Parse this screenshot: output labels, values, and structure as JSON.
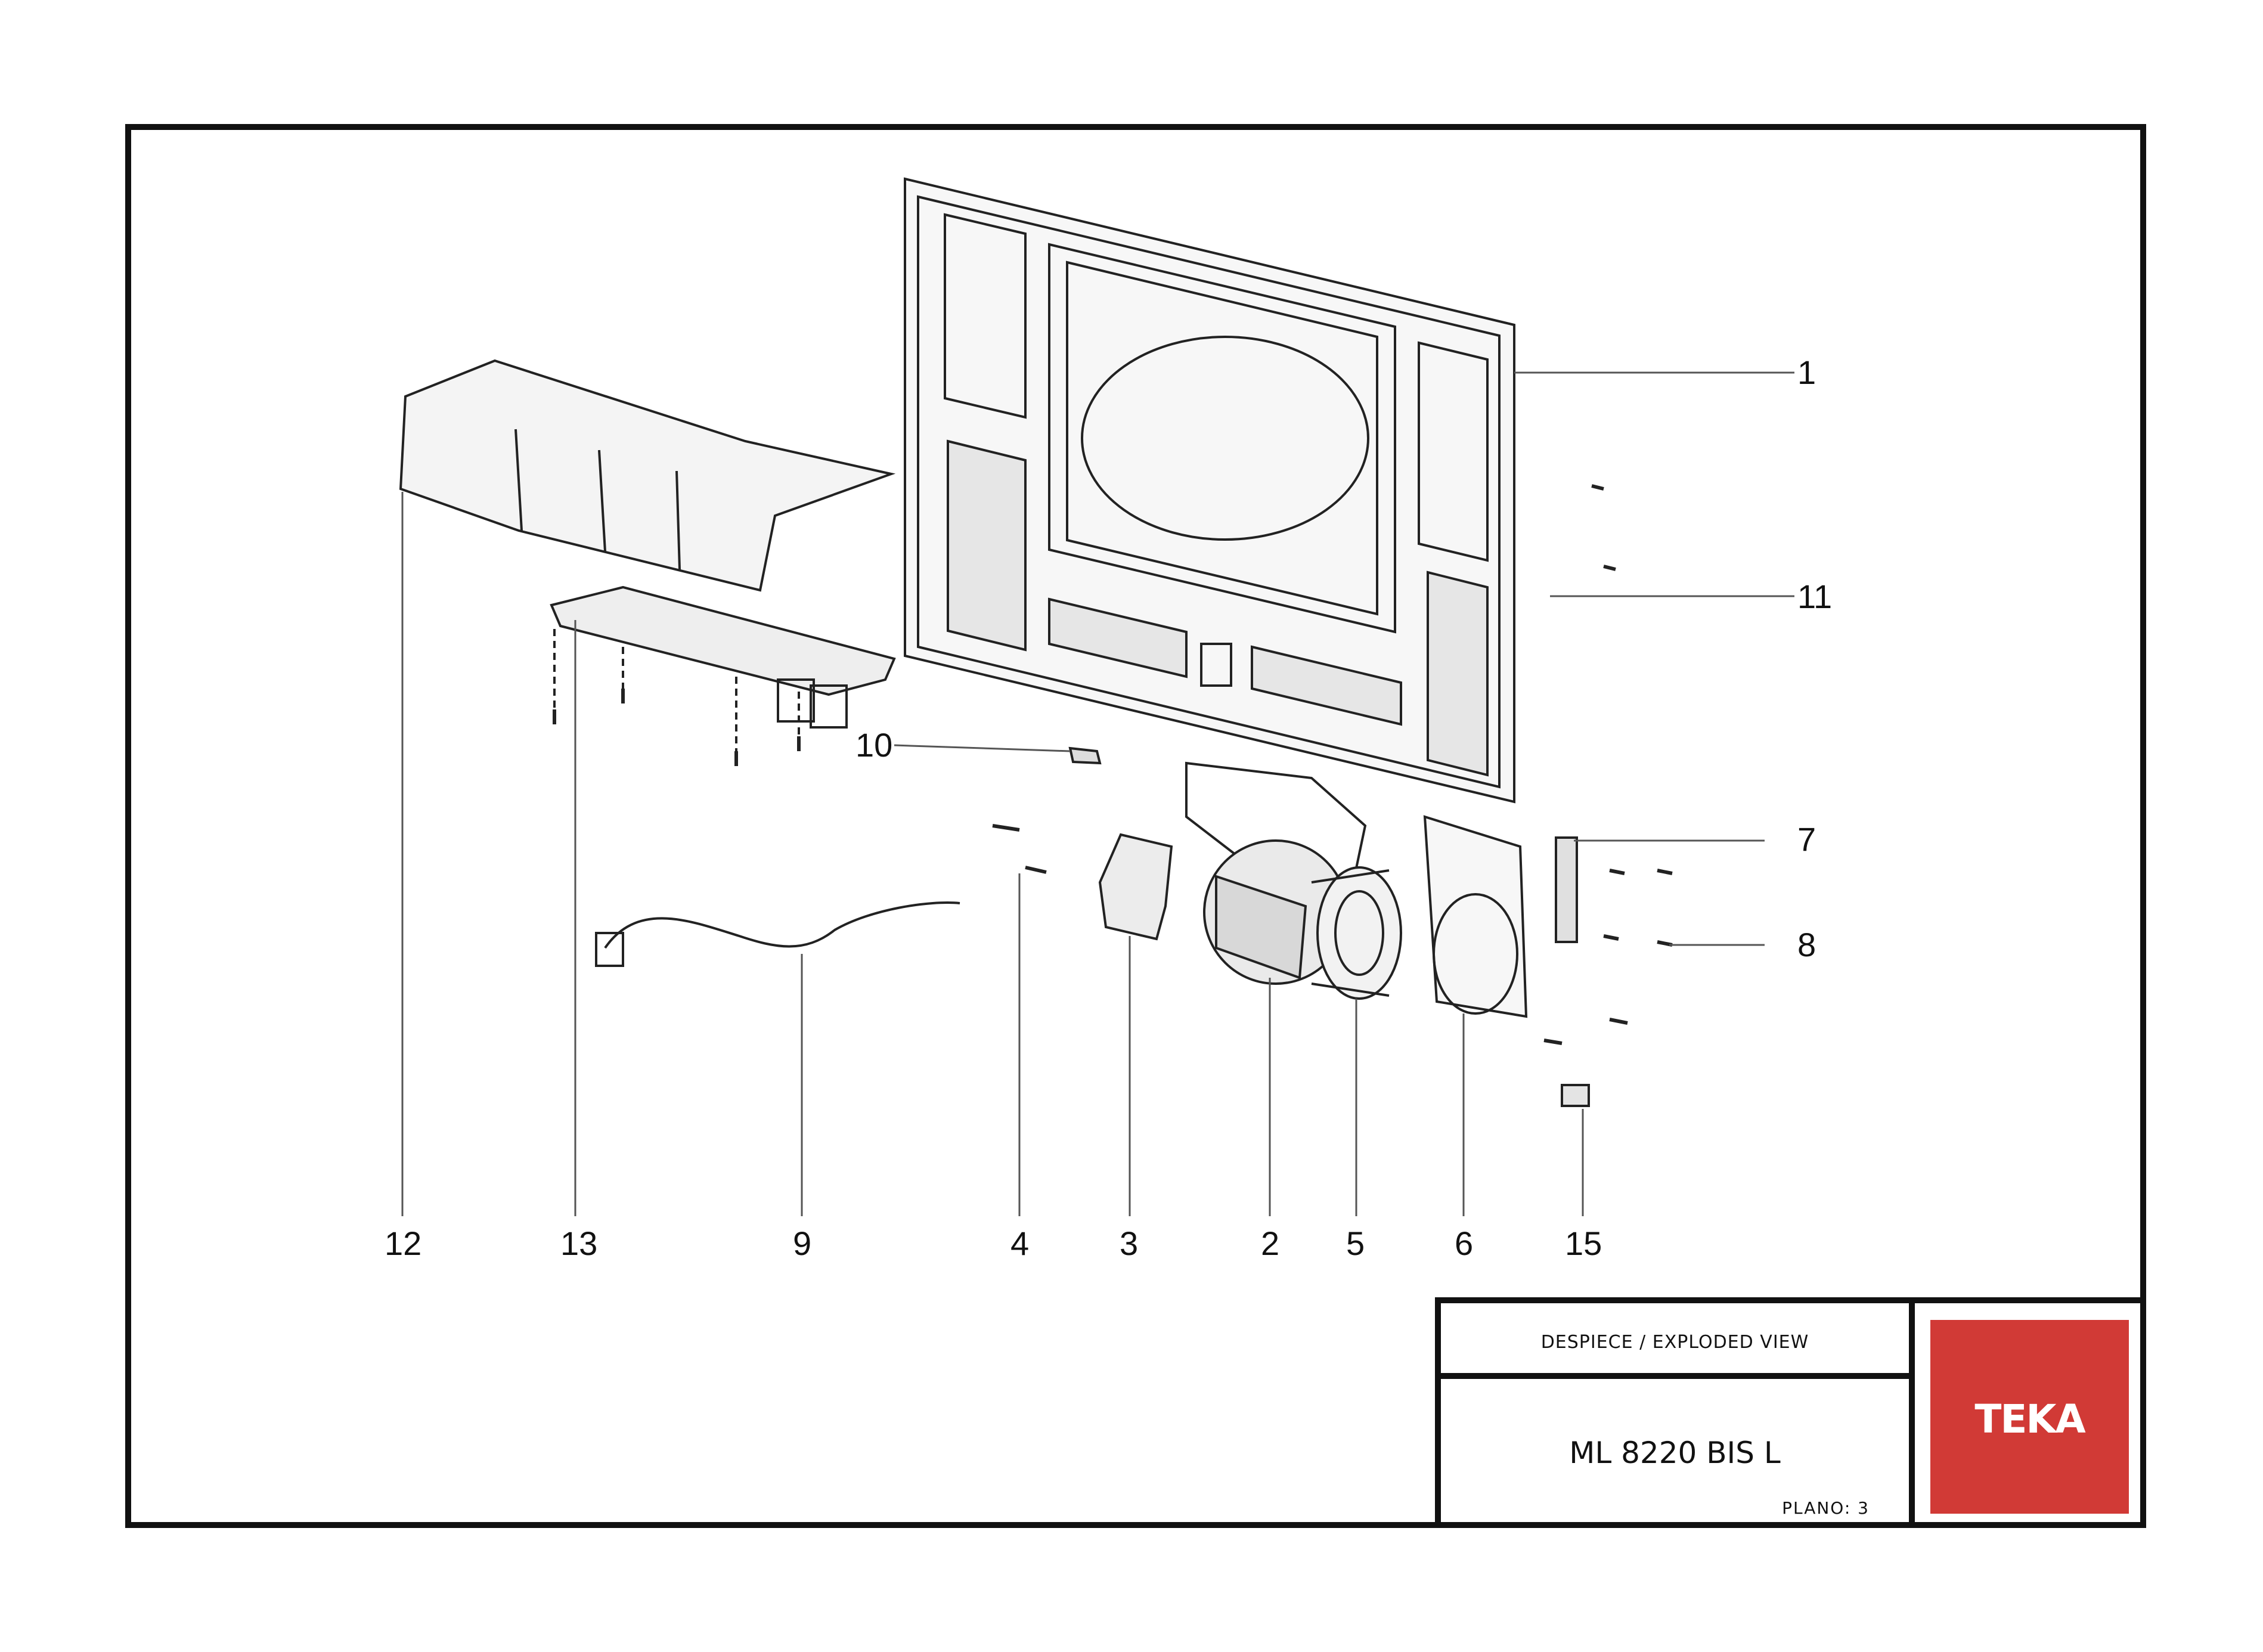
{
  "drawing": {
    "callouts": [
      "1",
      "11",
      "10",
      "7",
      "8",
      "12",
      "13",
      "9",
      "4",
      "3",
      "2",
      "5",
      "6",
      "15"
    ]
  },
  "title_block": {
    "header": "DESPIECE / EXPLODED VIEW",
    "model": "ML 8220 BIS L",
    "plano": "PLANO: 3",
    "brand": "TEKA",
    "brand_color": "#d13a36"
  }
}
